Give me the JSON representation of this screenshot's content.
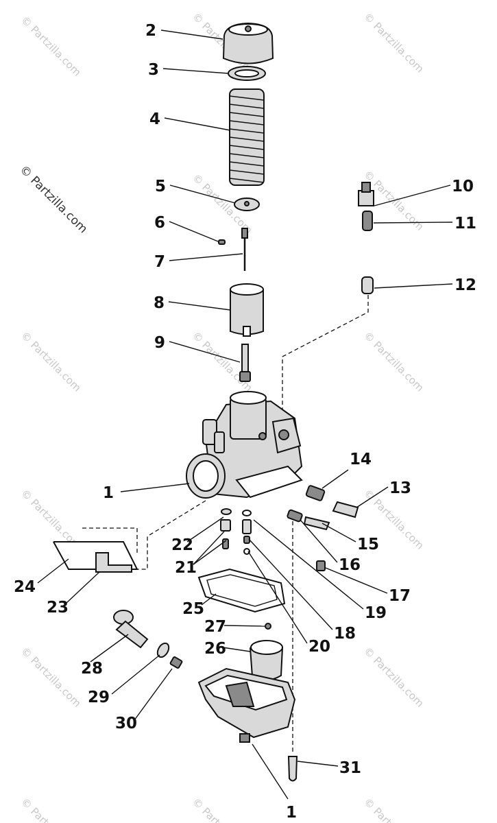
{
  "watermark": {
    "text": "© Partzilla.com"
  },
  "callouts": [
    {
      "id": "c2",
      "text": "2"
    },
    {
      "id": "c3",
      "text": "3"
    },
    {
      "id": "c4",
      "text": "4"
    },
    {
      "id": "c5",
      "text": "5"
    },
    {
      "id": "c6",
      "text": "6"
    },
    {
      "id": "c7",
      "text": "7"
    },
    {
      "id": "c8",
      "text": "8"
    },
    {
      "id": "c9",
      "text": "9"
    },
    {
      "id": "c10",
      "text": "10"
    },
    {
      "id": "c11",
      "text": "11"
    },
    {
      "id": "c12",
      "text": "12"
    },
    {
      "id": "c1a",
      "text": "1"
    },
    {
      "id": "c14",
      "text": "14"
    },
    {
      "id": "c13",
      "text": "13"
    },
    {
      "id": "c15",
      "text": "15"
    },
    {
      "id": "c16",
      "text": "16"
    },
    {
      "id": "c17",
      "text": "17"
    },
    {
      "id": "c22",
      "text": "22"
    },
    {
      "id": "c21",
      "text": "21"
    },
    {
      "id": "c19",
      "text": "19"
    },
    {
      "id": "c18",
      "text": "18"
    },
    {
      "id": "c20",
      "text": "20"
    },
    {
      "id": "c24",
      "text": "24"
    },
    {
      "id": "c23",
      "text": "23"
    },
    {
      "id": "c25",
      "text": "25"
    },
    {
      "id": "c27",
      "text": "27"
    },
    {
      "id": "c26",
      "text": "26"
    },
    {
      "id": "c28",
      "text": "28"
    },
    {
      "id": "c29",
      "text": "29"
    },
    {
      "id": "c30",
      "text": "30"
    },
    {
      "id": "c31",
      "text": "31"
    },
    {
      "id": "c1b",
      "text": "1"
    }
  ]
}
